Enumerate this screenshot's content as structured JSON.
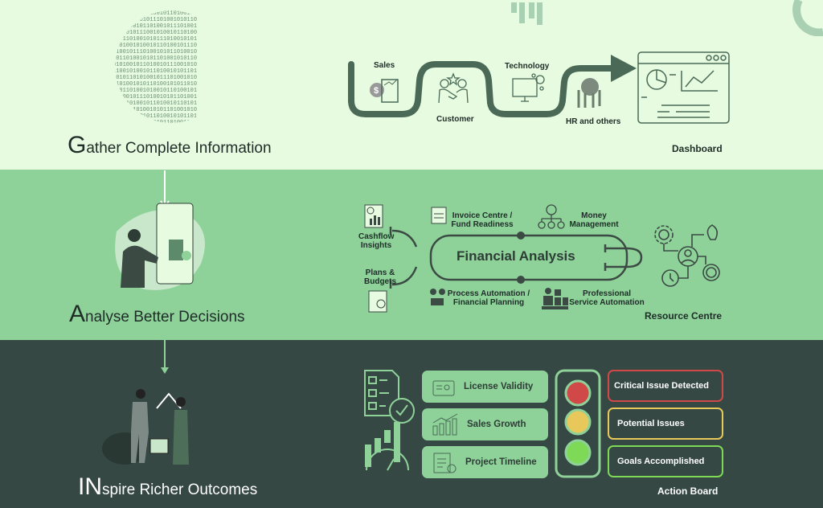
{
  "sections": [
    {
      "heading_cap": "G",
      "heading_rest": "ather Complete Information",
      "board_title": "Dashboard",
      "flow_labels": [
        "Sales",
        "Customer",
        "Technology",
        "HR and others"
      ]
    },
    {
      "heading_cap": "A",
      "heading_rest": "nalyse Better Decisions",
      "board_title": "Resource Centre",
      "center_label": "Financial Analysis",
      "items": [
        "Cashflow Insights",
        "Plans & Budgets",
        "Invoice Centre / Fund Readiness",
        "Money Management",
        "Process Automation / Financial Planning",
        "Professional Service Automation"
      ]
    },
    {
      "heading_cap": "IN",
      "heading_rest": "spire Richer Outcomes",
      "board_title": "Action Board",
      "metrics": [
        "License Validity",
        "Sales Growth",
        "Project Timeline"
      ],
      "statuses": [
        {
          "label": "Critical Issue Detected",
          "color": "#d04848"
        },
        {
          "label": "Potential Issues",
          "color": "#e8c85a"
        },
        {
          "label": "Goals Accomplished",
          "color": "#7ed957"
        }
      ]
    }
  ],
  "colors": {
    "light": "#e6fbdf",
    "mid": "#8ed29a",
    "dark": "#354843",
    "ink": "#4a6a57"
  }
}
